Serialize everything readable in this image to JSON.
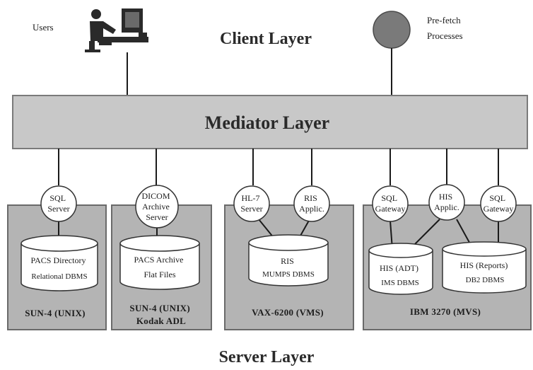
{
  "client_layer": {
    "title": "Client Layer",
    "users_label": "Users",
    "prefetch_label": [
      "Pre-fetch",
      "Processes"
    ]
  },
  "mediator_layer": {
    "title": "Mediator Layer"
  },
  "server_layer": {
    "title": "Server Layer"
  },
  "servers": [
    {
      "system": [
        "SUN-4  (UNIX)"
      ],
      "nodes": [
        [
          "SQL",
          "Server"
        ]
      ],
      "databases": [
        [
          "PACS Directory",
          "Relational DBMS"
        ]
      ]
    },
    {
      "system": [
        "SUN-4 (UNIX)",
        "Kodak ADL"
      ],
      "nodes": [
        [
          "DICOM",
          "Archive",
          "Server"
        ]
      ],
      "databases": [
        [
          "PACS Archive",
          "Flat Files"
        ]
      ]
    },
    {
      "system": [
        "VAX-6200 (VMS)"
      ],
      "nodes": [
        [
          "HL-7",
          "Server"
        ],
        [
          "RIS",
          "Applic."
        ]
      ],
      "databases": [
        [
          "RIS",
          "MUMPS DBMS"
        ]
      ]
    },
    {
      "system": [
        "IBM 3270 (MVS)"
      ],
      "nodes": [
        [
          "SQL",
          "Gateway"
        ],
        [
          "HIS",
          "Applic."
        ],
        [
          "SQL",
          "Gateway"
        ]
      ],
      "databases": [
        [
          "HIS (ADT)",
          "IMS DBMS"
        ],
        [
          "HIS (Reports)",
          "DB2  DBMS"
        ]
      ]
    }
  ],
  "colors": {
    "panel": "#b4b4b4",
    "mediator": "#c8c8c8",
    "prefetch_circle": "#7a7a7a"
  },
  "icons": {
    "users": "user-at-terminal-icon",
    "prefetch": "filled-circle-icon"
  }
}
